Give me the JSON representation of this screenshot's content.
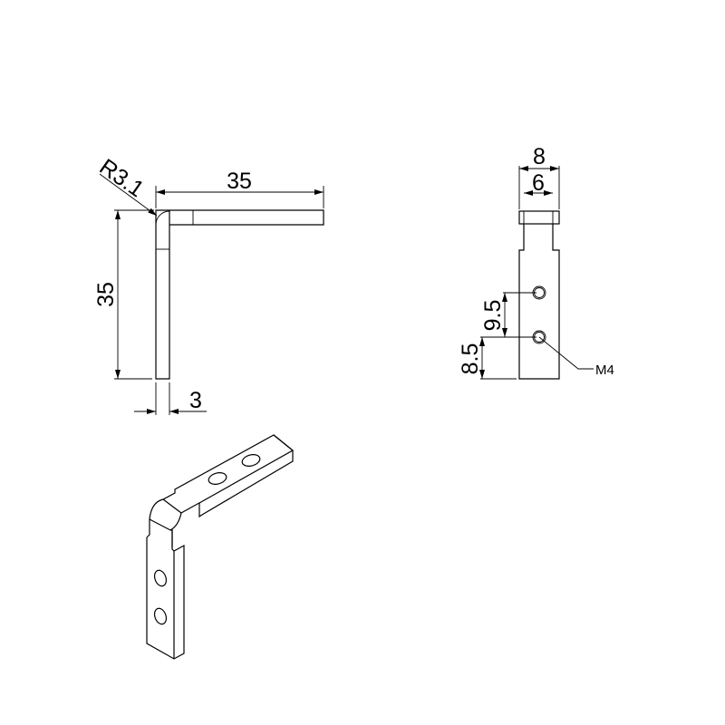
{
  "front_view": {
    "radius_label": "R3.1",
    "width_label": "35",
    "height_label": "35",
    "thickness_label": "3"
  },
  "side_view": {
    "outer_width_label": "8",
    "inner_width_label": "6",
    "hole_spacing_label": "9.5",
    "hole_offset_label": "8.5",
    "thread_label": "M4"
  },
  "colors": {
    "line": "#000000",
    "background": "#ffffff"
  }
}
